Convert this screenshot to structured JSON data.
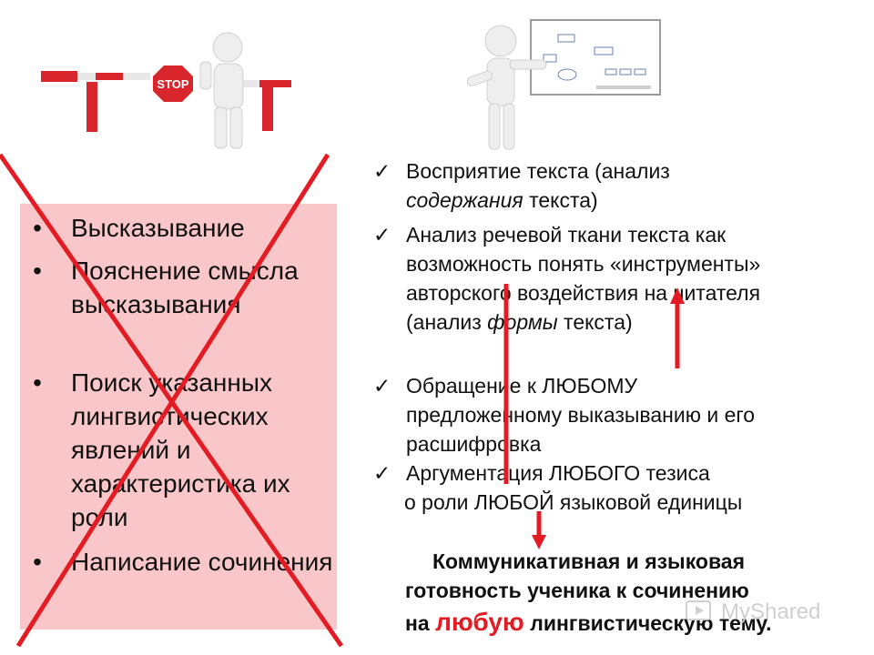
{
  "left_panel": {
    "items": [
      "Высказывание",
      "Пояснение смысла высказывания",
      "Поиск указанных лингвистических явлений и характеристика их роли",
      "Написание сочинения"
    ]
  },
  "right_panel": {
    "check_items": [
      {
        "line1_a": "Восприятие текста (анализ",
        "line2_em": "содержания",
        "line2_b": " текста)"
      },
      {
        "line1": "Анализ речевой ткани текста как",
        "line2": "возможность понять «инструменты»",
        "line3": "авторского воздействия на читателя",
        "line4_a": "(анализ ",
        "line4_em": "формы",
        "line4_b": " текста)"
      },
      {
        "line1": "Обращение к ЛЮБОМУ",
        "line2": "предложенному выказыванию и его",
        "line3": "расшифровка"
      },
      {
        "line1": "Аргументация ЛЮБОГО тезиса",
        "line2": "о роли ЛЮБОЙ языковой единицы"
      }
    ],
    "conclusion": {
      "line1": "Коммуникативная и языковая",
      "line2": "готовность  ученика к сочинению",
      "line3_a": "на ",
      "line3_highlight": "любую",
      "line3_b": " лингвистическую тему."
    }
  },
  "icons": {
    "check": "✓",
    "bullet": "•"
  },
  "watermark": {
    "text": "MyShared"
  },
  "colors": {
    "panel_pink": "#f9c7c9",
    "cross_red": "#e31b23",
    "arrow_red": "#e31b23"
  }
}
